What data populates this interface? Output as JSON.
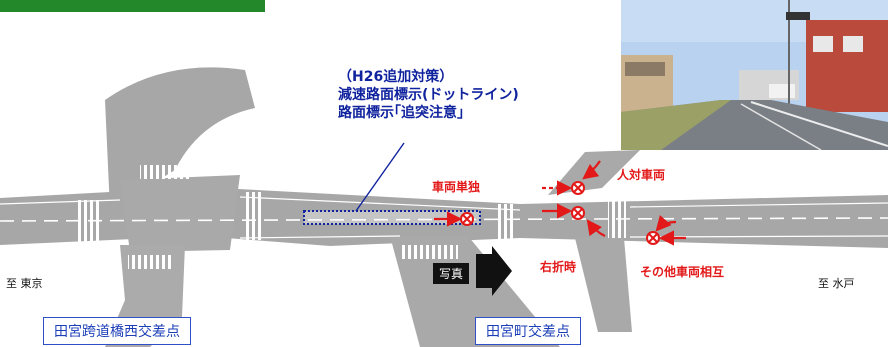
{
  "colors": {
    "accent_bar": "#23882a",
    "road": "#a4a4a4",
    "incident_red": "#e31818",
    "note_blue": "#10239e",
    "intersection_label_blue": "#1c3fb8"
  },
  "countermeasure_note": {
    "line1": "（H26追加対策）",
    "line2": "減速路面標示(ドットライン)",
    "line3": "路面標示｢追突注意」"
  },
  "incidents": {
    "single_vehicle": "車両単独",
    "vehicle_vs_pedestrian": "人対車両",
    "right_turn": "右折時",
    "other_vehicle_mutual": "その他車両相互"
  },
  "directions": {
    "west": "至 東京",
    "east": "至 水戸"
  },
  "intersections": {
    "west": "田宮跨道橋西交差点",
    "east": "田宮町交差点"
  },
  "photo_badge": "写真",
  "icons": {
    "incident_marker": "circled-x-icon",
    "arrow": "arrow-icon",
    "photo_direction": "arrow-right-icon"
  }
}
